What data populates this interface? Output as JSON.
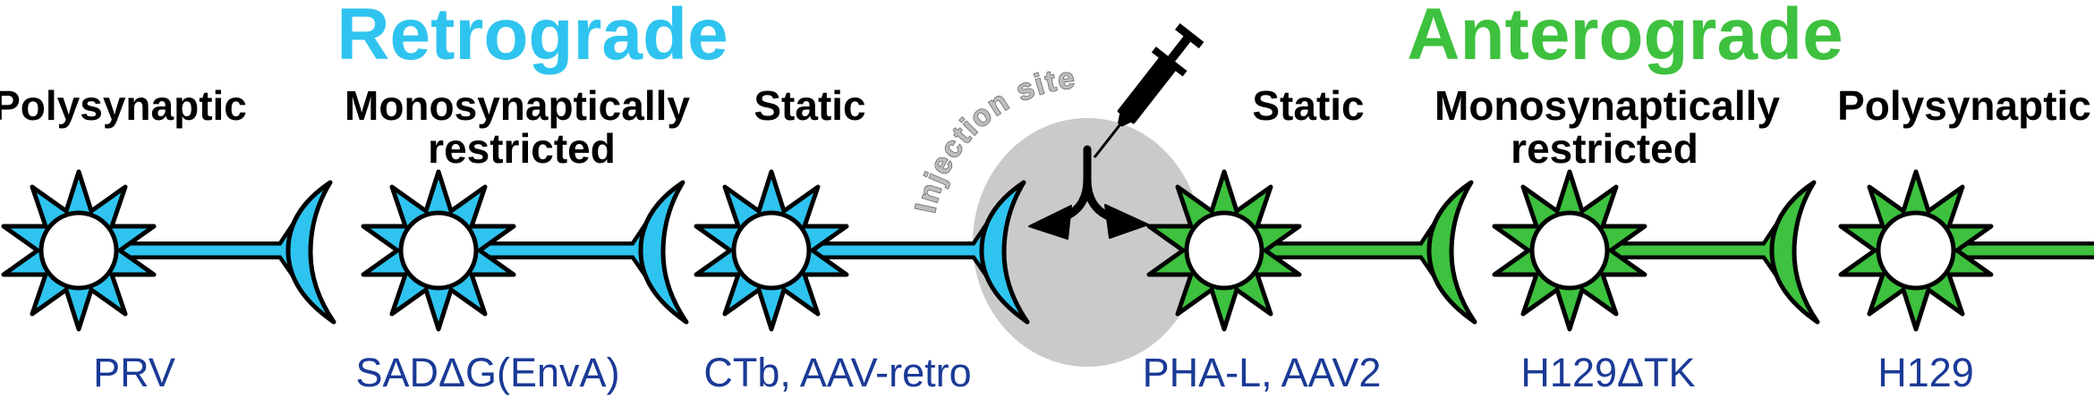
{
  "diagram": {
    "retrograde": {
      "title": "Retrograde",
      "columns": [
        {
          "header": "Polysynaptic",
          "tracers": "PRV"
        },
        {
          "header": "Monosynaptically",
          "header_line2": "restricted",
          "tracers": "SADΔG(EnvA)"
        },
        {
          "header": "Static",
          "tracers": "CTb, AAV-retro"
        }
      ]
    },
    "anterograde": {
      "title": "Anterograde",
      "columns": [
        {
          "header": "Static",
          "tracers": "PHA-L, AAV2"
        },
        {
          "header": "Monosynaptically",
          "header_line2": "restricted",
          "tracers": "H129ΔTK"
        },
        {
          "header": "Polysynaptic",
          "tracers": "H129"
        }
      ]
    },
    "injection_site": {
      "label": "Injection site"
    },
    "colors": {
      "retrograde": "#2EC4EF",
      "anterograde": "#3DC13E",
      "tracer_label_text": "#1A3A96",
      "injection_site_fill": "#CACACA",
      "injection_site_text": "#BDBDBD"
    }
  }
}
